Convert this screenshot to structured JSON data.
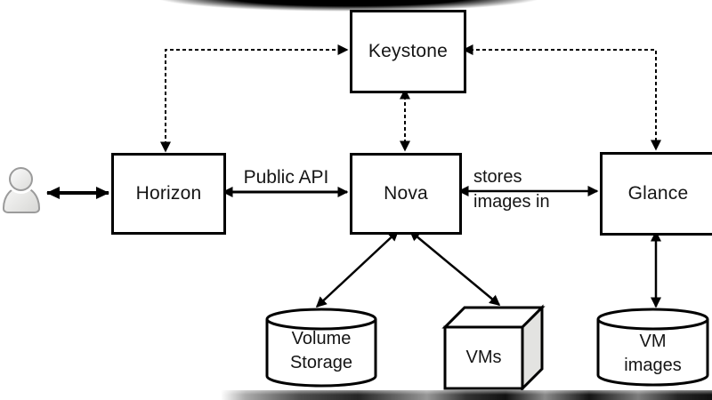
{
  "nodes": {
    "keystone": {
      "label": "Keystone"
    },
    "horizon": {
      "label": "Horizon"
    },
    "nova": {
      "label": "Nova"
    },
    "glance": {
      "label": "Glance"
    },
    "volume_storage": {
      "line1": "Volume",
      "line2": "Storage",
      "shape": "cylinder"
    },
    "vms": {
      "label": "VMs",
      "shape": "cube"
    },
    "vm_images": {
      "line1": "VM",
      "line2": "images",
      "shape": "cylinder"
    }
  },
  "edge_labels": {
    "public_api": "Public API",
    "stores_line1": "stores",
    "stores_line2": "images in"
  },
  "edges": [
    {
      "from": "user",
      "to": "horizon",
      "style": "solid",
      "bidirectional": true
    },
    {
      "from": "horizon",
      "to": "nova",
      "style": "solid",
      "bidirectional": true,
      "label": "Public API"
    },
    {
      "from": "nova",
      "to": "glance",
      "style": "solid",
      "bidirectional": true,
      "label": "stores images in"
    },
    {
      "from": "horizon",
      "to": "keystone",
      "style": "dashed",
      "bidirectional": true
    },
    {
      "from": "nova",
      "to": "keystone",
      "style": "dashed",
      "bidirectional": true
    },
    {
      "from": "glance",
      "to": "keystone",
      "style": "dashed",
      "bidirectional": true
    },
    {
      "from": "nova",
      "to": "volume_storage",
      "style": "solid",
      "bidirectional": true
    },
    {
      "from": "nova",
      "to": "vms",
      "style": "solid",
      "bidirectional": true
    },
    {
      "from": "glance",
      "to": "vm_images",
      "style": "solid",
      "bidirectional": true
    }
  ],
  "icons": {
    "user": "user-icon"
  },
  "colors": {
    "line": "#000000",
    "node_fill": "#ffffff",
    "cube_side_fill": "#e3e3e1",
    "user_icon_fill": "#efefed",
    "user_icon_stroke": "#9b9b9b",
    "background": "#ffffff"
  }
}
